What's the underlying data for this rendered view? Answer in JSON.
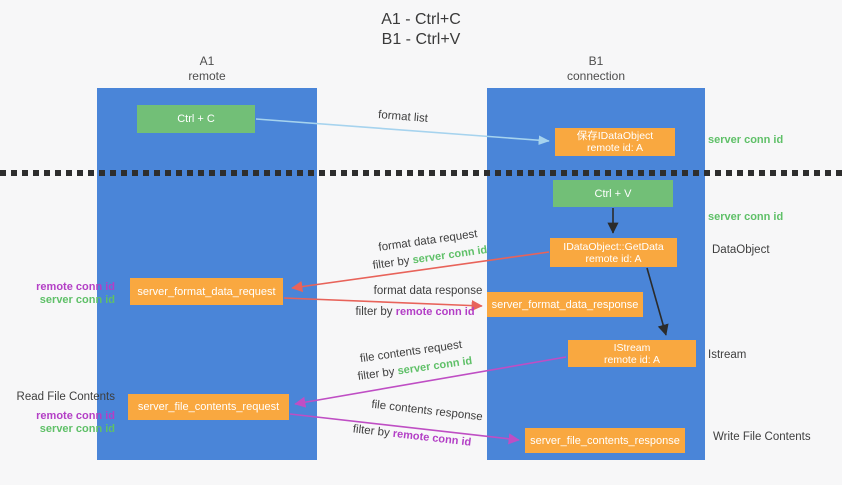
{
  "title": {
    "line1": "A1 - Ctrl+C",
    "line2": "B1 - Ctrl+V"
  },
  "lifelines": {
    "left": {
      "name": "A1",
      "role": "remote"
    },
    "right": {
      "name": "B1",
      "role": "connection"
    }
  },
  "boxes": {
    "ctrl_c": "Ctrl + C",
    "ctrl_v": "Ctrl + V",
    "save_dataobject": {
      "title": "保存IDataObject",
      "subtitle": "remote id: A"
    },
    "getdata": {
      "title": "IDataObject::GetData",
      "subtitle": "remote id: A"
    },
    "istream": {
      "title": "IStream",
      "subtitle": "remote id: A"
    },
    "format_request": "server_format_data_request",
    "format_response": "server_format_data_response",
    "file_request": "server_file_contents_request",
    "file_response": "server_file_contents_response"
  },
  "arrows": {
    "format_list": "format list",
    "format_data_request": "format data request",
    "format_data_response": "format data response",
    "file_contents_request": "file contents request",
    "file_contents_response": "file contents response",
    "filter_by": "filter by",
    "server_conn_id": "server conn id",
    "remote_conn_id": "remote conn id"
  },
  "side_labels": {
    "server_conn_id_top": "server conn id",
    "server_conn_id_mid": "server conn id",
    "dataobject": "DataObject",
    "istream": "Istream",
    "write_file_contents": "Write File Contents",
    "read_file_contents": "Read File Contents",
    "remote_conn_id_upper": "remote conn id",
    "server_conn_id_upper": "server conn id",
    "remote_conn_id_lower": "remote conn id",
    "server_conn_id_lower": "server conn id"
  },
  "colors": {
    "lifeline_blue": "#4a85d8",
    "box_green": "#72bf77",
    "box_orange": "#f9a840",
    "arrow_lightblue": "#a6d3ee",
    "arrow_red": "#e8635a",
    "arrow_magenta": "#bf4ec4",
    "arrow_black": "#2b2b2b",
    "label_green": "#5fc068",
    "label_purple": "#b33fc6"
  }
}
